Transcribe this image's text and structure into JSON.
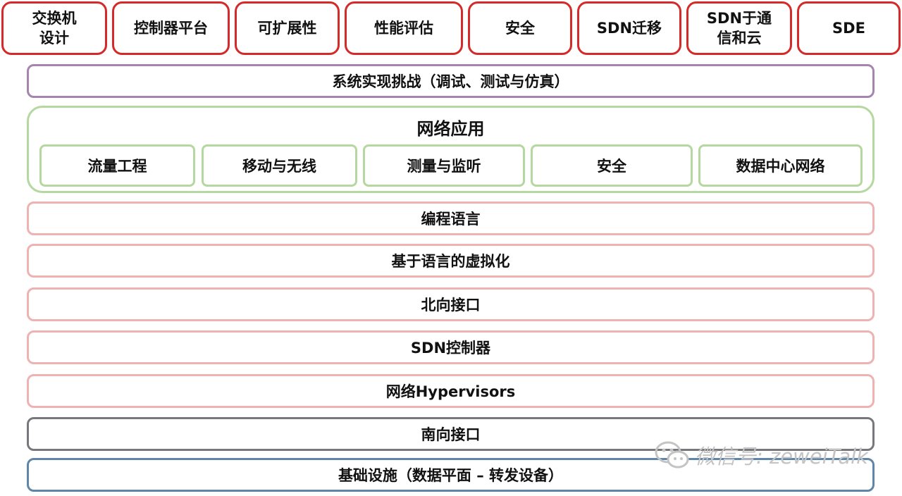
{
  "top_row": [
    {
      "line1": "交换机",
      "line2": "设计"
    },
    {
      "line1": "控制器平台",
      "line2": ""
    },
    {
      "line1": "可扩展性",
      "line2": ""
    },
    {
      "line1": "性能评估",
      "line2": ""
    },
    {
      "line1": "安全",
      "line2": ""
    },
    {
      "line1": "SDN迁移",
      "line2": ""
    },
    {
      "line1": "SDN于通",
      "line2": "信和云"
    },
    {
      "line1": "SDE",
      "line2": ""
    }
  ],
  "challenges": "系统实现挑战（调试、测试与仿真）",
  "network_apps": {
    "title": "网络应用",
    "items": [
      "流量工程",
      "移动与无线",
      "测量与监听",
      "安全",
      "数据中心网络"
    ]
  },
  "layers": {
    "programming_languages": "编程语言",
    "language_virtualization": "基于语言的虚拟化",
    "northbound_interface": "北向接口",
    "sdn_controller": "SDN控制器",
    "network_hypervisors": "网络Hypervisors",
    "southbound_interface": "南向接口",
    "infrastructure": "基础设施（数据平面 – 转发设备）"
  },
  "watermark": {
    "text": "微信号: zeweiTalk",
    "icon": "wechat-icon"
  },
  "colors": {
    "top_border": "#d42a2a",
    "challenge_border": "#a585b0",
    "apps_border": "#b5d7a0",
    "layer_border": "#eeb2b2",
    "southbound_border": "#77787b",
    "infrastructure_border": "#5f86a8"
  }
}
